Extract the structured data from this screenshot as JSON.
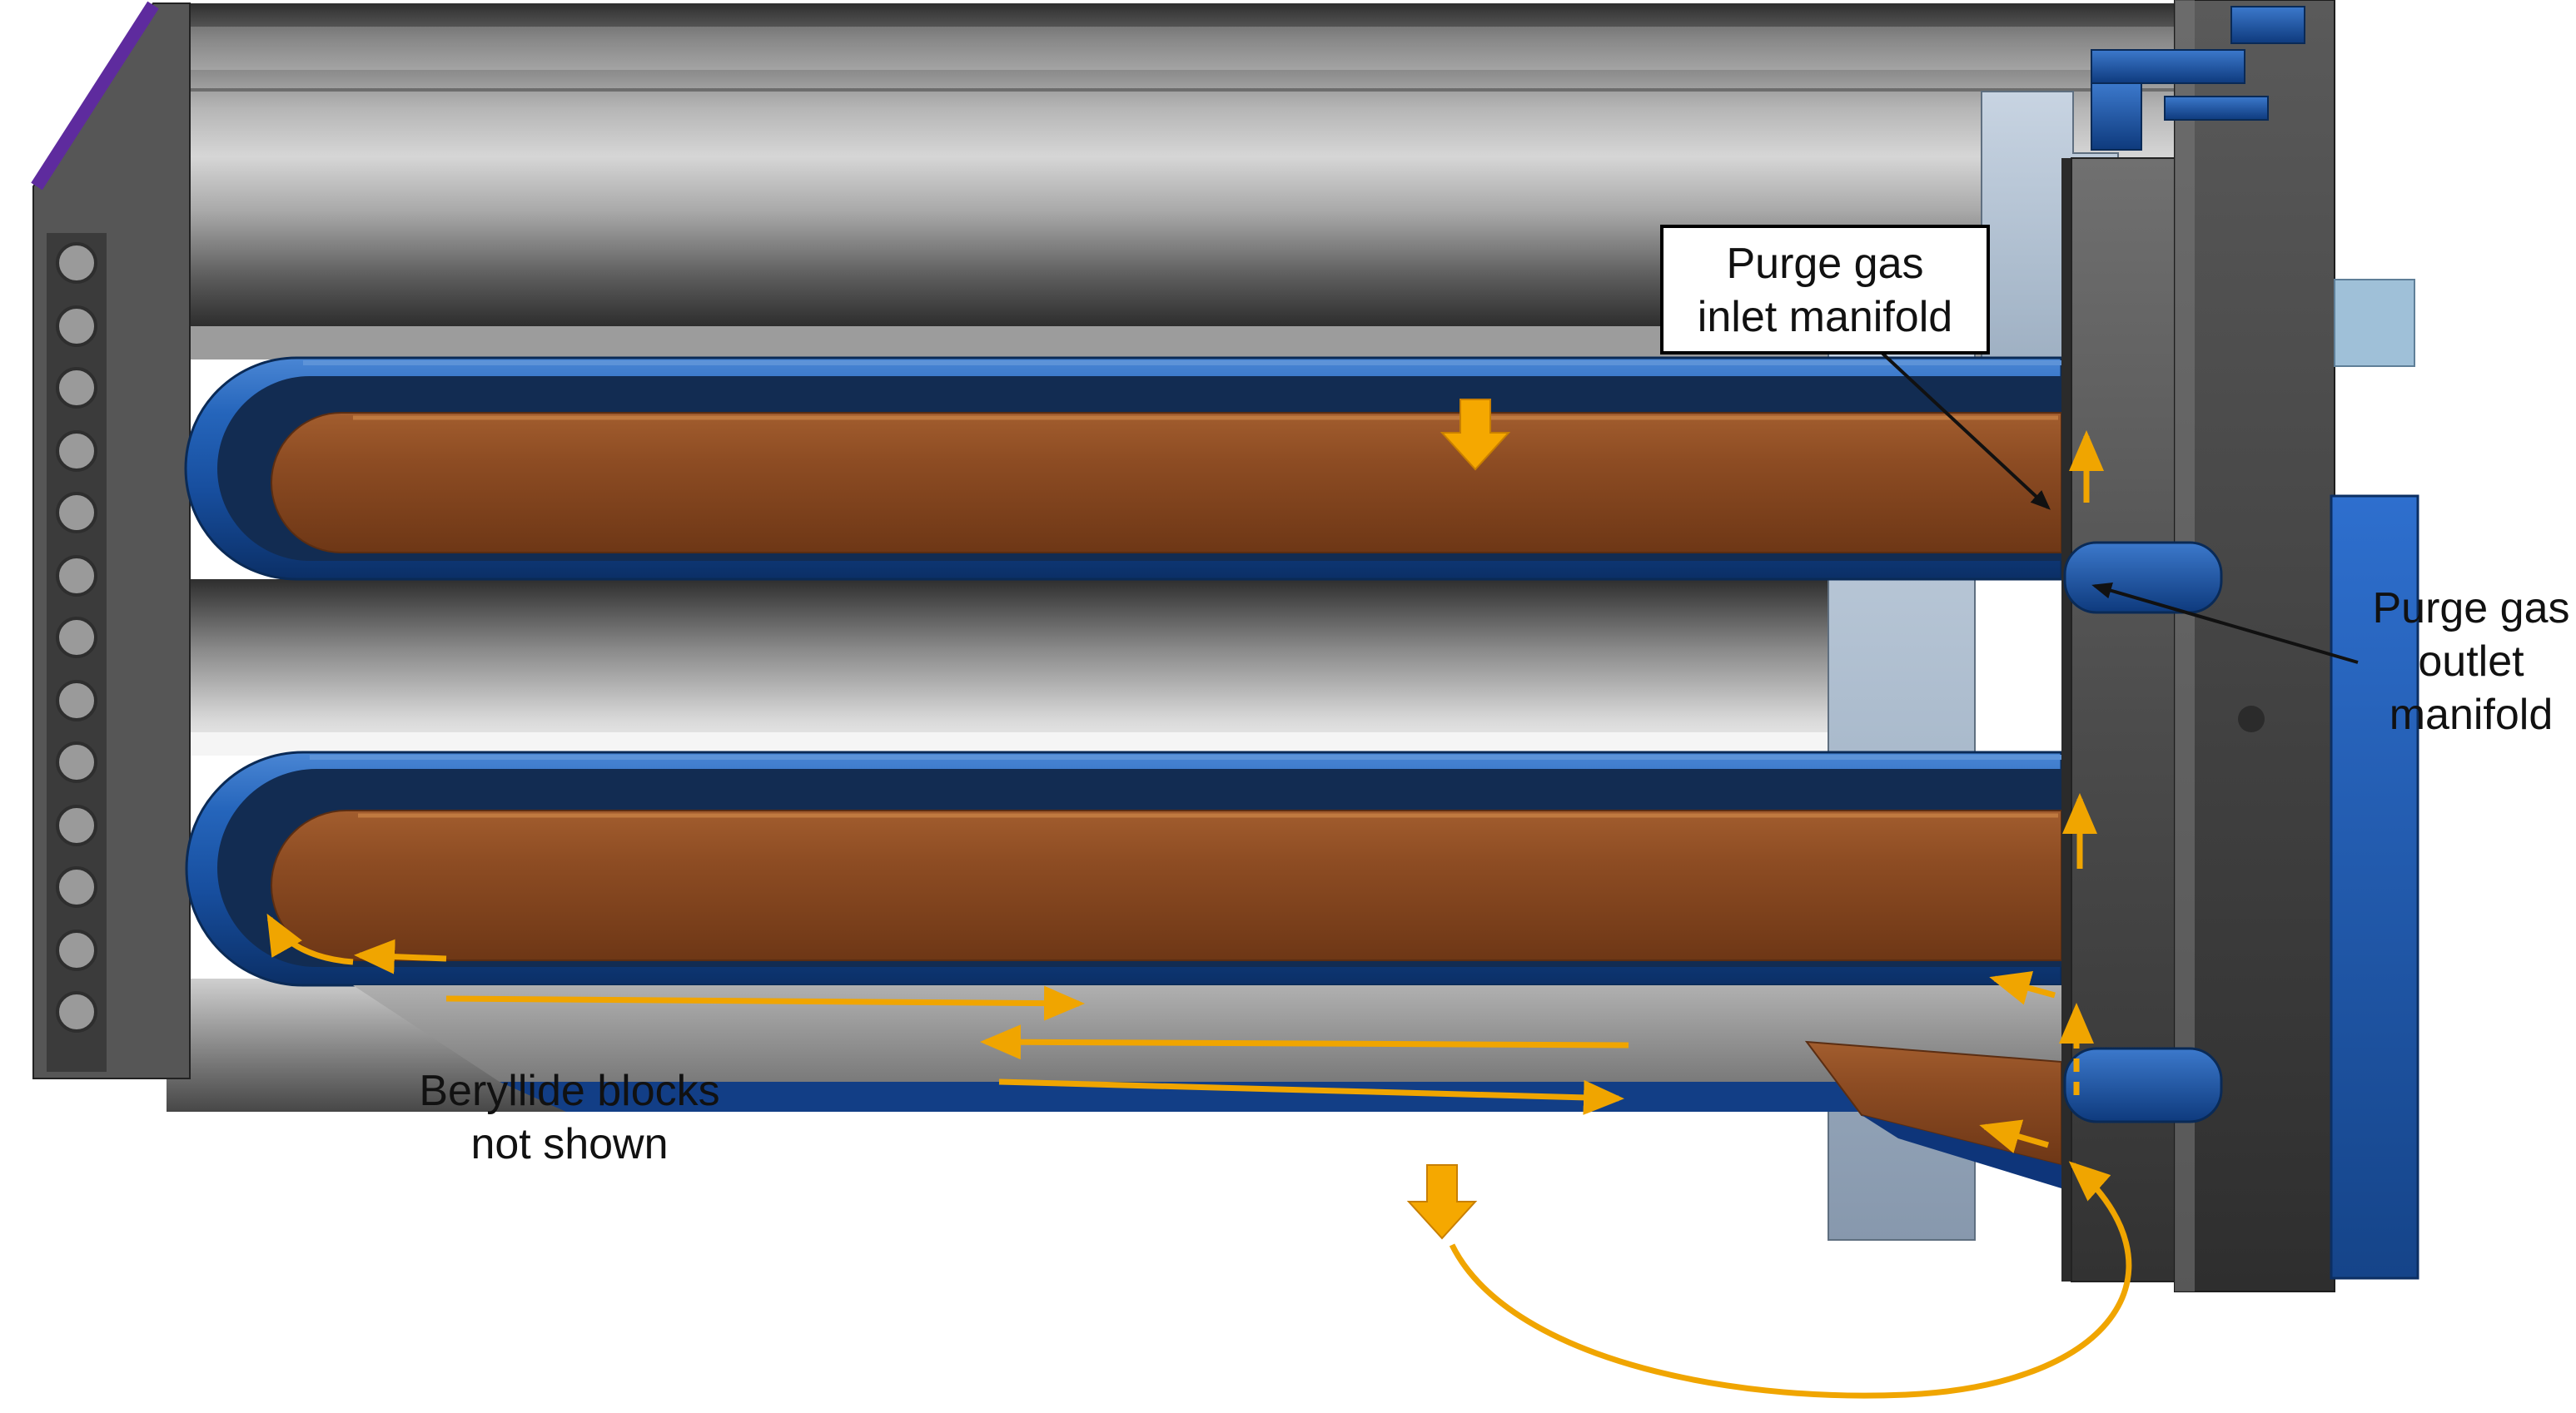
{
  "labels": {
    "inlet": {
      "line1": "Purge gas",
      "line2": "inlet manifold"
    },
    "outlet": {
      "line1": "Purge gas",
      "line2": "outlet",
      "line3": "manifold"
    },
    "note": {
      "line1": "Beryllide blocks",
      "line2": "not shown"
    }
  },
  "colors": {
    "background": "#ffffff",
    "channel_blue": "#1d5cae",
    "channel_blue_dark": "#0b2f66",
    "breeder_brown": "#8d4c23",
    "structure_gray": "#6b6b6b",
    "manifold_steel_blue": "#a7b8ca",
    "flow_arrow_yellow": "#f0a500",
    "edge_purple": "#5e2b9e",
    "label_text": "#111111"
  }
}
